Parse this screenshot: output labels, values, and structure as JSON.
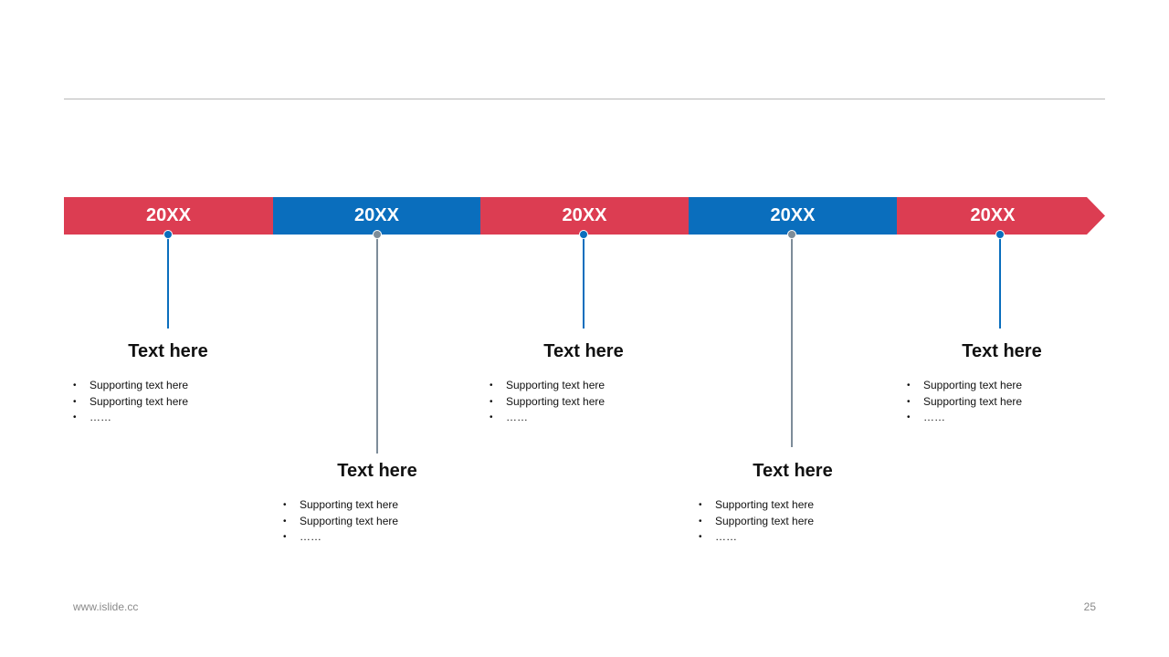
{
  "timeline": {
    "bands": [
      {
        "label": "20XX",
        "color": "#dc3d52"
      },
      {
        "label": "20XX",
        "color": "#0a6ebd"
      },
      {
        "label": "20XX",
        "color": "#dc3d52"
      },
      {
        "label": "20XX",
        "color": "#0a6ebd"
      },
      {
        "label": "20XX",
        "color": "#dc3d52"
      }
    ],
    "connector_colors": {
      "upper": "#0a6ebd",
      "lower": "#7d8c99"
    },
    "items": [
      {
        "title": "Text here",
        "bullets": [
          "Supporting text here",
          "Supporting text here",
          "……"
        ]
      },
      {
        "title": "Text here",
        "bullets": [
          "Supporting text here",
          "Supporting text here",
          "……"
        ]
      },
      {
        "title": "Text here",
        "bullets": [
          "Supporting text here",
          "Supporting text here",
          "……"
        ]
      },
      {
        "title": "Text here",
        "bullets": [
          "Supporting text here",
          "Supporting text here",
          "……"
        ]
      },
      {
        "title": "Text here",
        "bullets": [
          "Supporting text here",
          "Supporting text here",
          "……"
        ]
      }
    ]
  },
  "footer": {
    "website": "www.islide.cc",
    "page_number": "25"
  }
}
